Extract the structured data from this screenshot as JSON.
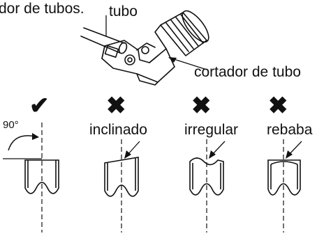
{
  "header": {
    "text": "dor de tubos."
  },
  "tool": {
    "pipe_label": "tubo",
    "cutter_label": "cortador de tubo"
  },
  "examples": [
    {
      "mark": "✔",
      "label": "",
      "angle_label": "90°",
      "status": "correct"
    },
    {
      "mark": "✖",
      "label": "inclinado",
      "status": "wrong"
    },
    {
      "mark": "✖",
      "label": "irregular",
      "status": "wrong"
    },
    {
      "mark": "✖",
      "label": "rebaba",
      "status": "wrong"
    }
  ]
}
